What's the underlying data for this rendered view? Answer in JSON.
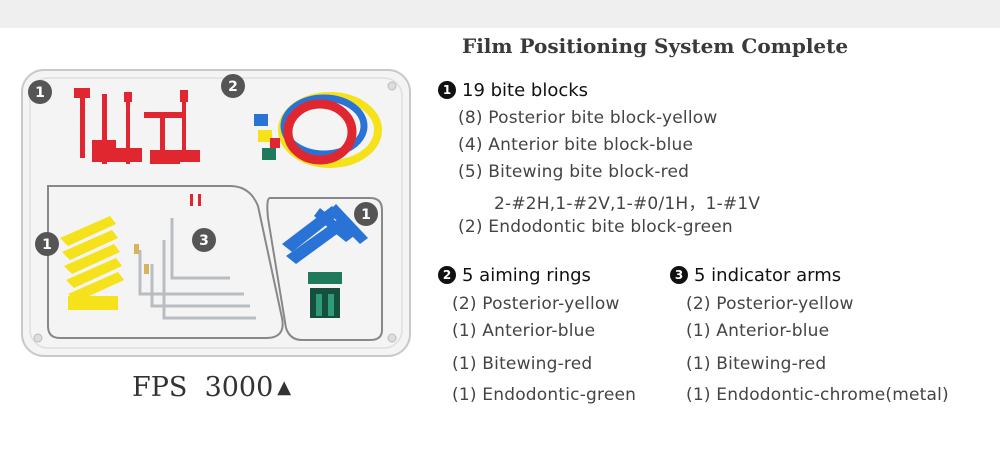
{
  "title": "Film Positioning System Complete",
  "caption": {
    "text": "FPS  3000",
    "symbol": "▲"
  },
  "tray_markers": [
    "1",
    "2",
    "1",
    "1",
    "3"
  ],
  "section1": {
    "number": "1",
    "heading": "19 bite blocks",
    "items": [
      "(8) Posterior bite block-yellow",
      "(4) Anterior bite block-blue",
      "(5) Bitewing bite block-red",
      "2-#2H,1-#2V,1-#0/1H，1-#1V",
      "(2) Endodontic bite block-green"
    ]
  },
  "section2": {
    "number": "2",
    "heading": "5 aiming rings",
    "items": [
      "(2) Posterior-yellow",
      "(1) Anterior-blue",
      "(1) Bitewing-red",
      "(1) Endodontic-green"
    ]
  },
  "section3": {
    "number": "3",
    "heading": "5 indicator arms",
    "items": [
      "(2) Posterior-yellow",
      "(1) Anterior-blue",
      "(1) Bitewing-red",
      "(1) Endodontic-chrome(metal)"
    ]
  },
  "colors": {
    "yellow": "#f5e21a",
    "blue": "#2a73d6",
    "red": "#e0262e",
    "green": "#1f7a5c",
    "chrome": "#bfc4c8",
    "marker": "#555555"
  }
}
